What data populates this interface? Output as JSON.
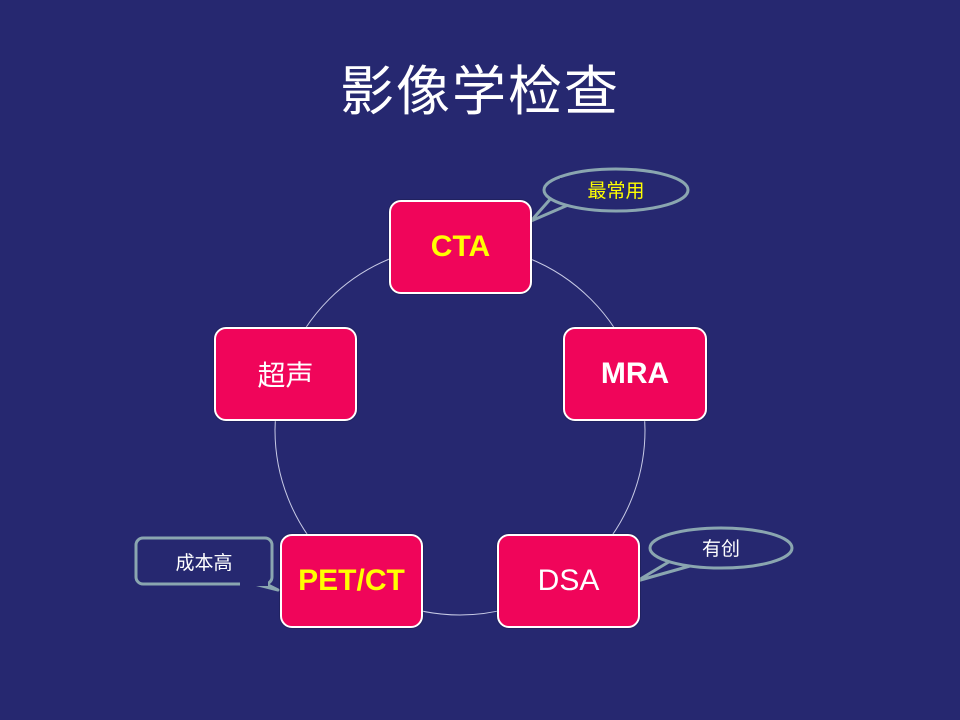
{
  "title": "影像学检查",
  "nodes": {
    "cta": "CTA",
    "mra": "MRA",
    "dsa": "DSA",
    "petct": "PET/CT",
    "ultrasound": "超声"
  },
  "callouts": {
    "cta_note": "最常用",
    "dsa_note": "有创",
    "petct_note": "成本高"
  },
  "colors": {
    "background": "#262870",
    "node_fill": "#f0055a",
    "node_border": "#ffffff",
    "highlight_text": "#ffff00",
    "callout_border": "#8aa6b0"
  }
}
